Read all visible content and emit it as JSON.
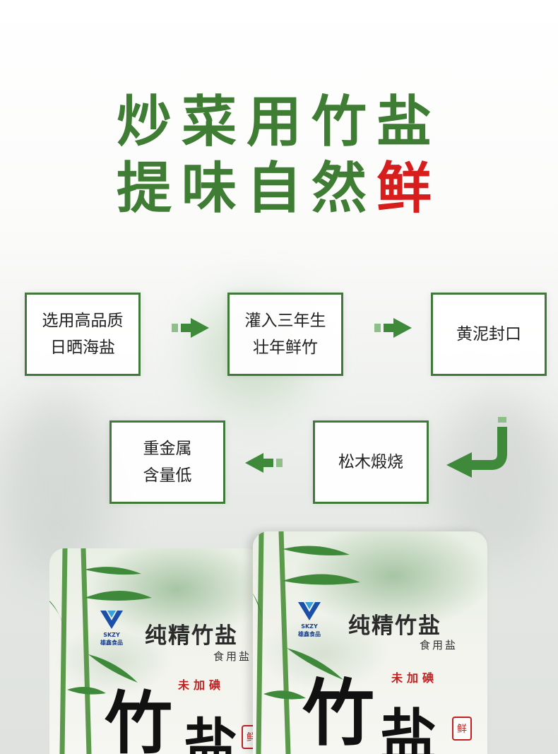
{
  "headline": {
    "line1": "炒菜用竹盐",
    "line2_main": "提味自然",
    "line2_accent": "鲜"
  },
  "steps": [
    {
      "line1": "选用高品质",
      "line2": "日晒海盐"
    },
    {
      "line1": "灌入三年生",
      "line2": "壮年鲜竹"
    },
    {
      "line1": "黄泥封口",
      "line2": ""
    },
    {
      "line1": "松木煅烧",
      "line2": ""
    },
    {
      "line1": "重金属",
      "line2": "含量低"
    }
  ],
  "package": {
    "brand_letters": "SKZY",
    "brand_cn": "雄鑫食品",
    "product_name": "纯精竹盐",
    "product_sub": "食用盐",
    "no_iodine": "未加碘",
    "big_char1": "竹",
    "big_char2": "盐",
    "seal_char": "鲜"
  },
  "colors": {
    "title_green": "#3f7d34",
    "accent_red": "#d81d1d",
    "box_border": "#3f7a3b",
    "arrow_green": "#3f8a3a"
  }
}
